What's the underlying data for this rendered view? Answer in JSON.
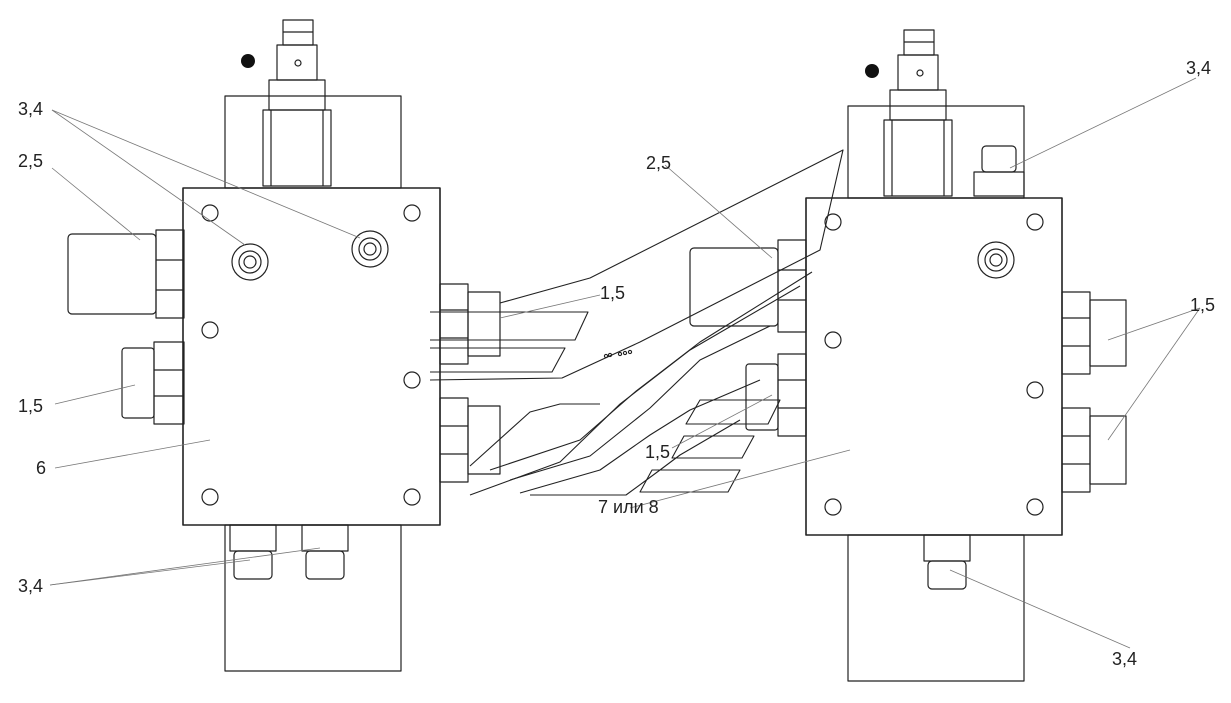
{
  "labels": {
    "l_34_a": "3,4",
    "l_25_a": "2,5",
    "l_15_a": "1,5",
    "l_6": "6",
    "l_34_b": "3,4",
    "l_15_c": "1,5",
    "l_25_b": "2,5",
    "l_15_d": "1,5",
    "l_78": "7 или 8",
    "l_34_c": "3,4",
    "l_15_e": "1,5",
    "l_34_d": "3,4"
  },
  "colors": {
    "line": "#222222",
    "leader": "#777777",
    "dot": "#111111"
  }
}
